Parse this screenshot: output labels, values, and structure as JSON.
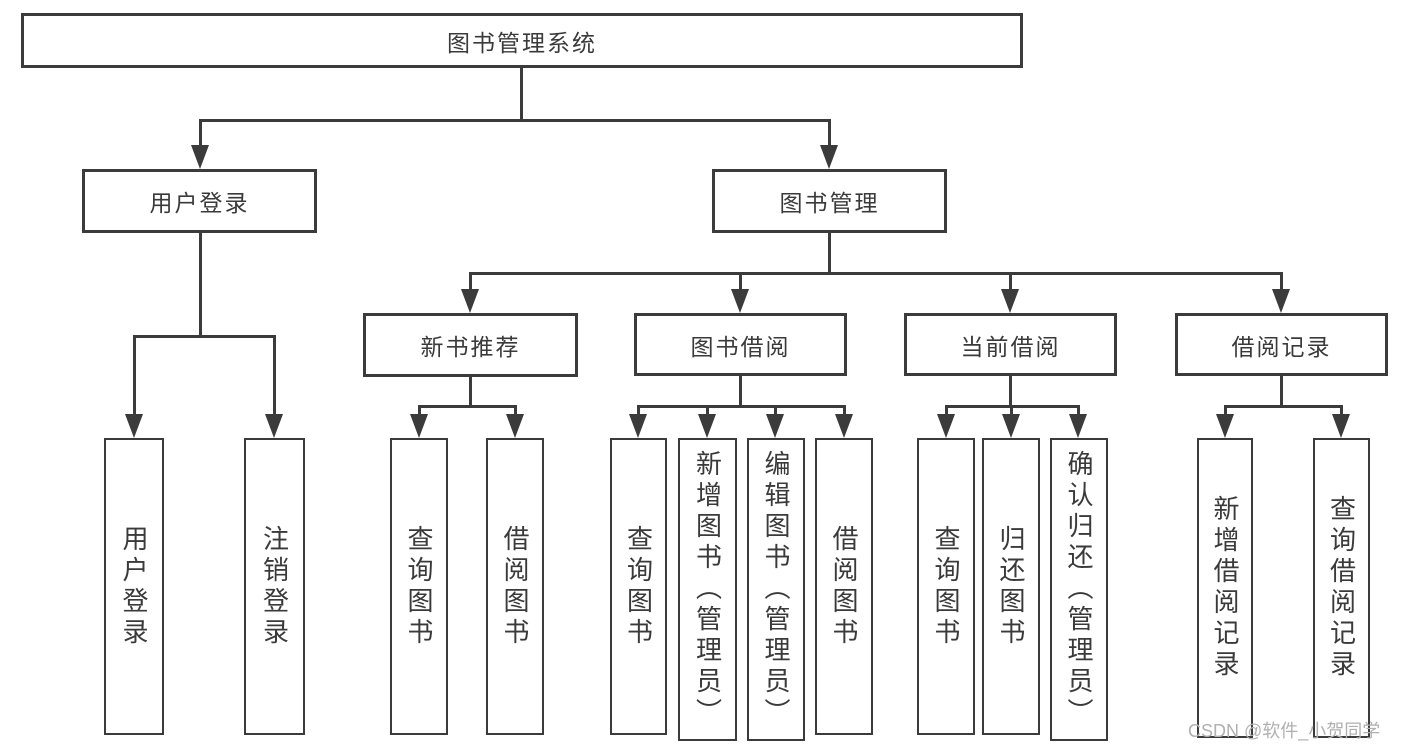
{
  "diagram": {
    "root": {
      "label": "图书管理系统"
    },
    "level2": {
      "user_login": {
        "label": "用户登录"
      },
      "book_mgmt": {
        "label": "图书管理"
      }
    },
    "level3": {
      "new_books": {
        "label": "新书推荐"
      },
      "book_borrow": {
        "label": "图书借阅"
      },
      "current_borrow": {
        "label": "当前借阅"
      },
      "borrow_records": {
        "label": "借阅记录"
      }
    },
    "leaves": {
      "user_login": "用户登录",
      "logout": "注销登录",
      "query_books_1": "查询图书",
      "borrow_books_1": "借阅图书",
      "query_books_2": "查询图书",
      "add_book_admin": "新增图书（管理员）",
      "edit_book_admin": "编辑图书（管理员）",
      "borrow_books_2": "借阅图书",
      "query_books_3": "查询图书",
      "return_book": "归还图书",
      "confirm_return_admin": "确认归还（管理员）",
      "add_borrow_record": "新增借阅记录",
      "query_borrow_record": "查询借阅记录"
    },
    "watermark": "CSDN @软件_小贺同学",
    "colors": {
      "line": "#3b3b3b",
      "text": "#3a3a3a",
      "watermark": "#b0b0b0",
      "background": "#ffffff"
    }
  }
}
